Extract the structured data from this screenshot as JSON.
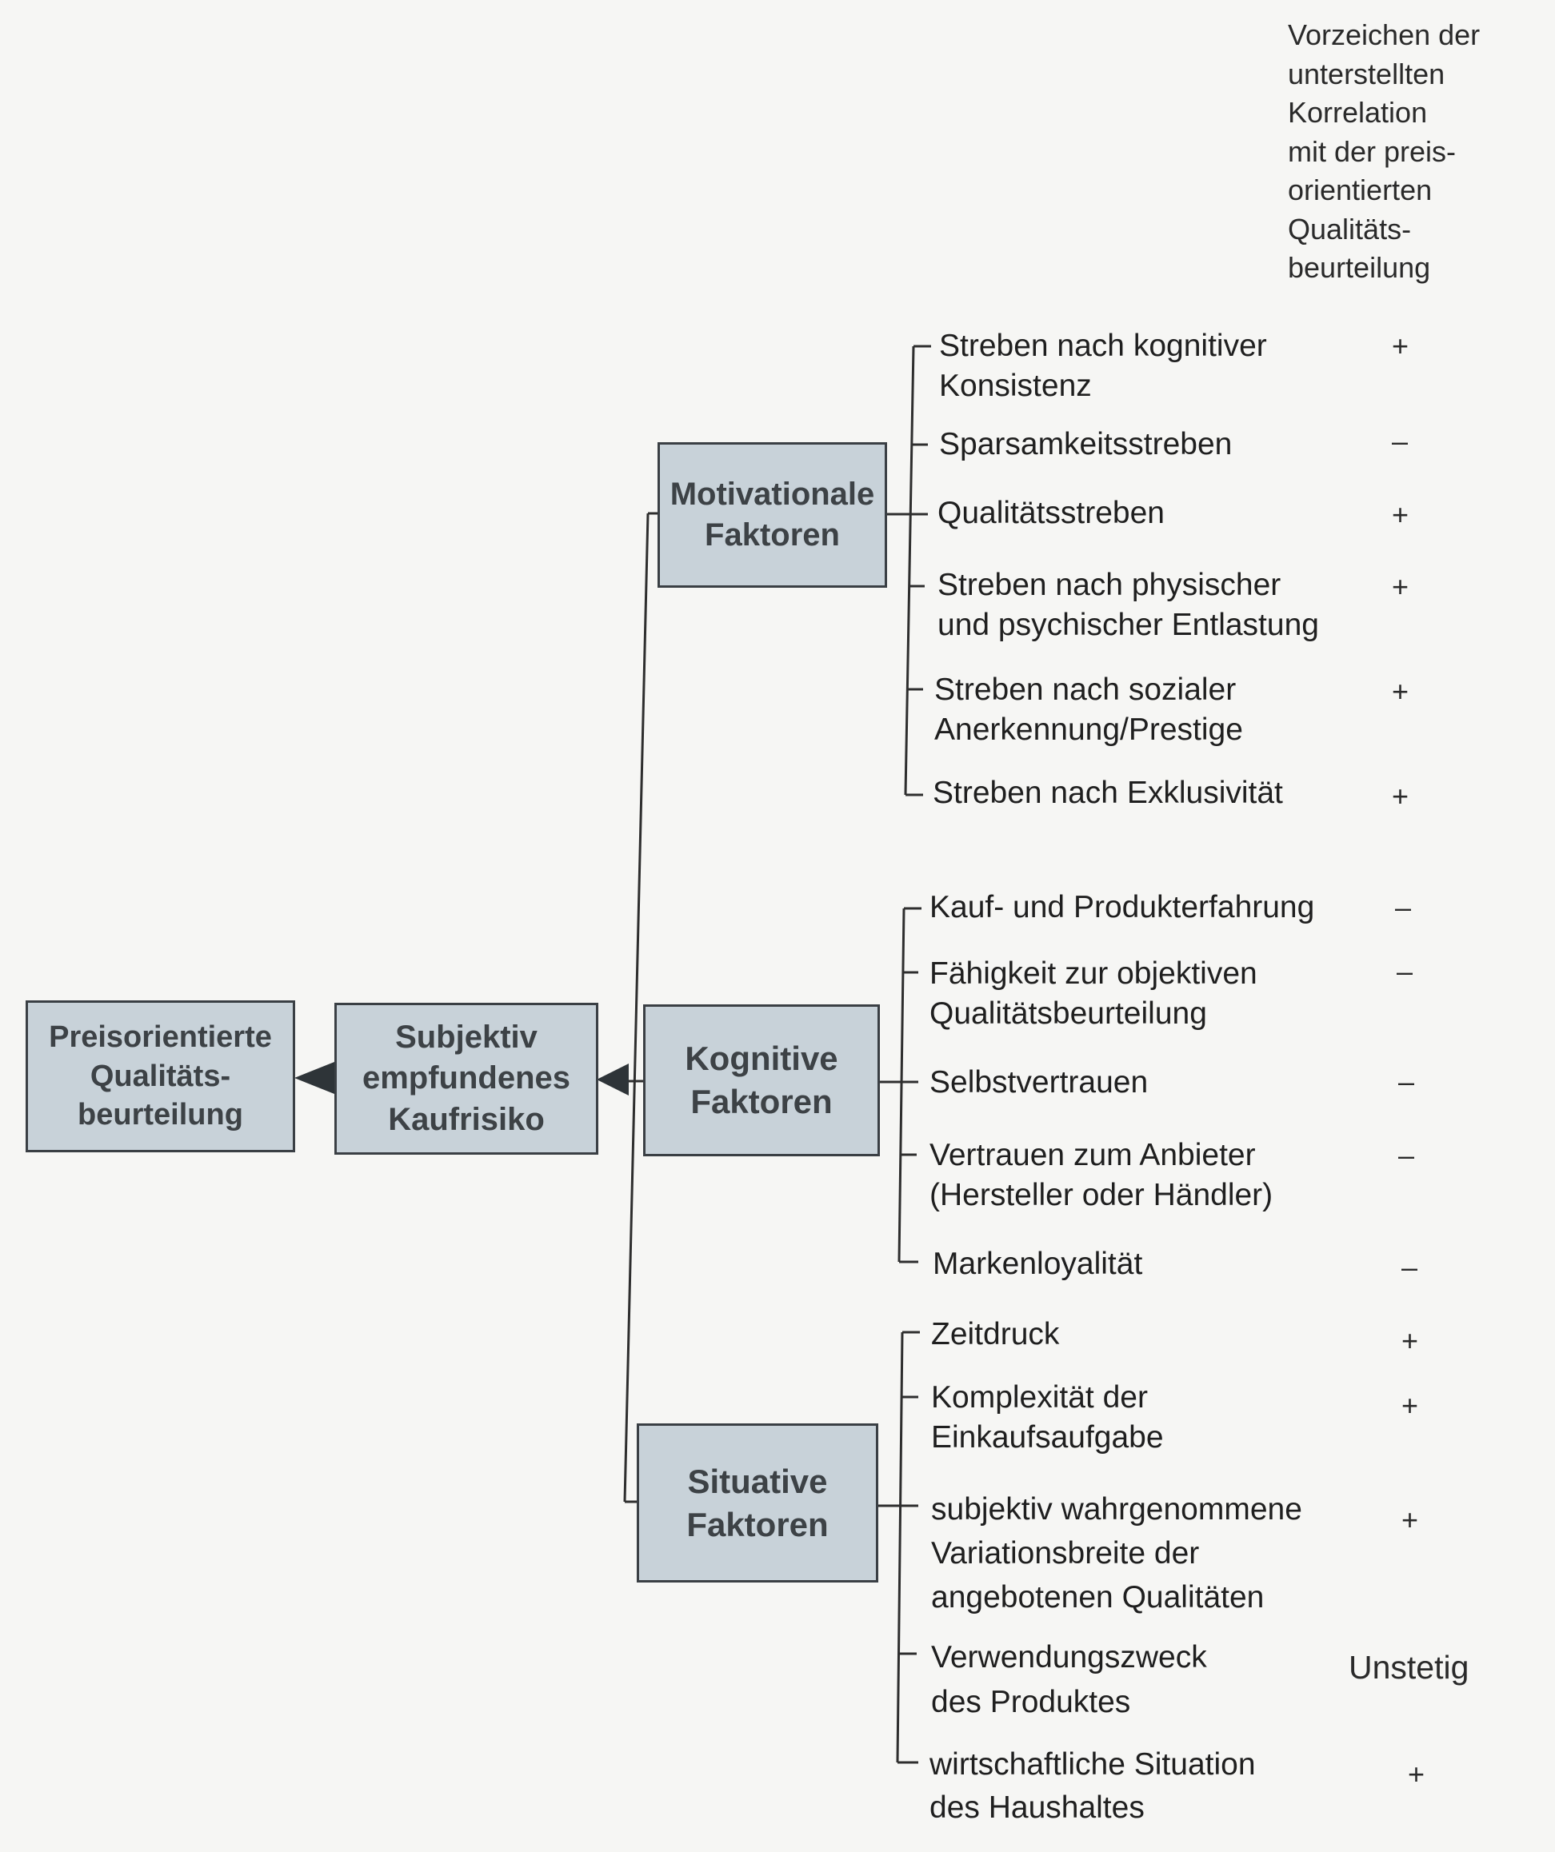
{
  "sign_header": "Vorzeichen der\nunterstellten\nKorrelation\nmit der preis-\norientierten\nQualitäts-\nbeurteilung",
  "outcome": "Preisorientierte\nQualitäts-\nbeurteilung",
  "risk": "Subjektiv\nempfundenes\nKaufrisiko",
  "groups": [
    {
      "label": "Motivationale\nFaktoren",
      "items": [
        {
          "text": "Streben nach kognitiver\nKonsistenz",
          "sign": "+"
        },
        {
          "text": "Sparsamkeitsstreben",
          "sign": "–"
        },
        {
          "text": "Qualitätsstreben",
          "sign": "+"
        },
        {
          "text": "Streben nach physischer\nund psychischer Entlastung",
          "sign": "+"
        },
        {
          "text": "Streben nach sozialer\nAnerkennung/Prestige",
          "sign": "+"
        },
        {
          "text": "Streben nach Exklusivität",
          "sign": "+"
        }
      ]
    },
    {
      "label": "Kognitive\nFaktoren",
      "items": [
        {
          "text": "Kauf- und Produkterfahrung",
          "sign": "–"
        },
        {
          "text": "Fähigkeit zur objektiven\nQualitätsbeurteilung",
          "sign": "–"
        },
        {
          "text": "Selbstvertrauen",
          "sign": "–"
        },
        {
          "text": "Vertrauen zum Anbieter\n(Hersteller oder Händler)",
          "sign": "–"
        },
        {
          "text": "Markenloyalität",
          "sign": "–"
        }
      ]
    },
    {
      "label": "Situative\nFaktoren",
      "items": [
        {
          "text": "Zeitdruck",
          "sign": "+"
        },
        {
          "text": "Komplexität der\nEinkaufsaufgabe",
          "sign": "+"
        },
        {
          "text": "subjektiv wahrgenommene\nVariationsbreite der\nangebotenen Qualitäten",
          "sign": "+"
        },
        {
          "text": "Verwendungszweck\ndes Produktes",
          "sign": "Unstetig"
        },
        {
          "text": "wirtschaftliche Situation\ndes Haushaltes",
          "sign": "+"
        }
      ]
    }
  ]
}
